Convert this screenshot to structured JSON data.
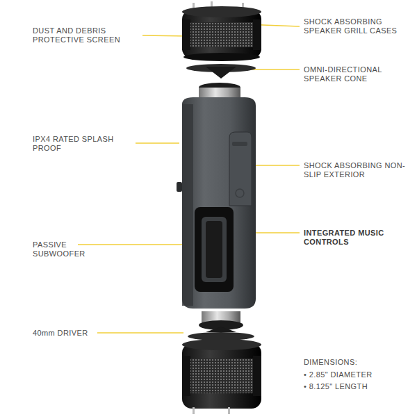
{
  "diagram": {
    "labels": [
      "DUST AND DEBRIS PROTECTIVE SCREEN",
      "SHOCK ABSORBING SPEAKER GRILL CASES",
      "OMNI-DIRECTIONAL SPEAKER CONE",
      "IPX4 RATED SPLASH PROOF",
      "SHOCK ABSORBING NON-SLIP EXTERIOR",
      "INTEGRATED MUSIC CONTROLS",
      "PASSIVE SUBWOOFER",
      "40mm DRIVER",
      "DIMENSIONS:",
      "• 2.85\" DIAMETER",
      "• 8.125\" LENGTH"
    ]
  }
}
